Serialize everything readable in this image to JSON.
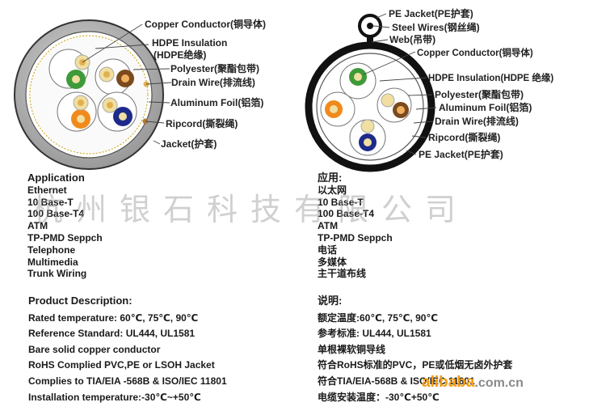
{
  "cable_left": {
    "labels": [
      "Copper Conductor(铜导体)",
      "HDPE Insulation",
      "(HDPE绝缘)",
      "Polyester(聚酯包带)",
      "Drain Wire(排流线)",
      "Aluminum Foil(铝箔)",
      "Ripcord(撕裂绳)",
      "Jacket(护套)"
    ]
  },
  "cable_right": {
    "labels": [
      "PE Jacket(PE护套)",
      "Steel Wires(钢丝绳)",
      "Web(吊带)",
      "Copper Conductor(铜导体)",
      "HDPE Insulation(HDPE 绝缘)",
      "Polyester(聚酯包带)",
      "Aluminum Foil(铝箔)",
      "Drain Wire(排流线)",
      "Ripcord(撕裂绳)",
      "PE Jacket(PE护套)"
    ]
  },
  "application_en": {
    "title": "Application",
    "items": [
      "Ethernet",
      "10 Base-T",
      "100 Base-T4",
      "ATM",
      "TP-PMD Seppch",
      "Telephone",
      "Multimedia",
      "Trunk Wiring"
    ]
  },
  "application_cn": {
    "title": "应用:",
    "items": [
      "以太网",
      "10 Base-T",
      "100 Base-T4",
      "ATM",
      "TP-PMD Seppch",
      "电话",
      "多媒体",
      "主干道布线"
    ]
  },
  "description_en": {
    "title": "Product Description:",
    "items": [
      "Rated  temperature: 60℃, 75℃, 90℃",
      "Reference Standard: UL444, UL1581",
      "Bare  solid  copper  conductor",
      "RoHS Complied  PVC,PE or LSOH Jacket",
      "Complies  to TIA/EIA -568B & ISO/IEC 11801",
      "Installation temperature:-30℃~+50℃"
    ]
  },
  "description_cn": {
    "title": "说明:",
    "items": [
      "额定温度:60℃, 75℃, 90℃",
      "参考标准: UL444, UL1581",
      "单根裸软铜导线",
      "符合RoHS标准的PVC，PE或低烟无卤外护套",
      "符合TIA/EIA-568B & ISO/IEC 11801",
      "电缆安装温度：-30℃+50℃"
    ]
  },
  "watermark": {
    "company": "杭州银石科技有限公司",
    "site_main": "alibaba",
    "site_tail": ".com.cn"
  },
  "colors": {
    "jacket_grey": "#9a9a9a",
    "outer_black": "#111111",
    "pair_green": "#3f9a3a",
    "pair_orange": "#f08a1c",
    "pair_brown": "#7a4a1e",
    "pair_blue": "#1e2a8a",
    "insulation": "#f0dfa0",
    "site_orange": "#f39c12"
  }
}
